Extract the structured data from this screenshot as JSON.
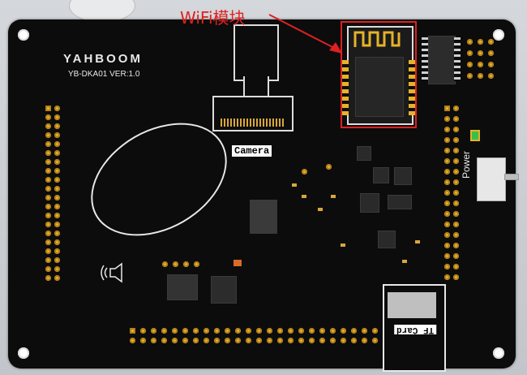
{
  "brand": "YAHBOOM",
  "model": "YB-DKA01  VER:1.0",
  "camera_label": "Camera",
  "power_label": "Power",
  "tf_label": "TF Card",
  "wifi_annotation": "WiFi模块",
  "colors": {
    "board": "#0c0c0c",
    "pad": "#e6b22a",
    "annotation": "#e02020",
    "silk": "#e8e8e8"
  },
  "icons": [
    "speaker-icon",
    "arrow-icon"
  ]
}
